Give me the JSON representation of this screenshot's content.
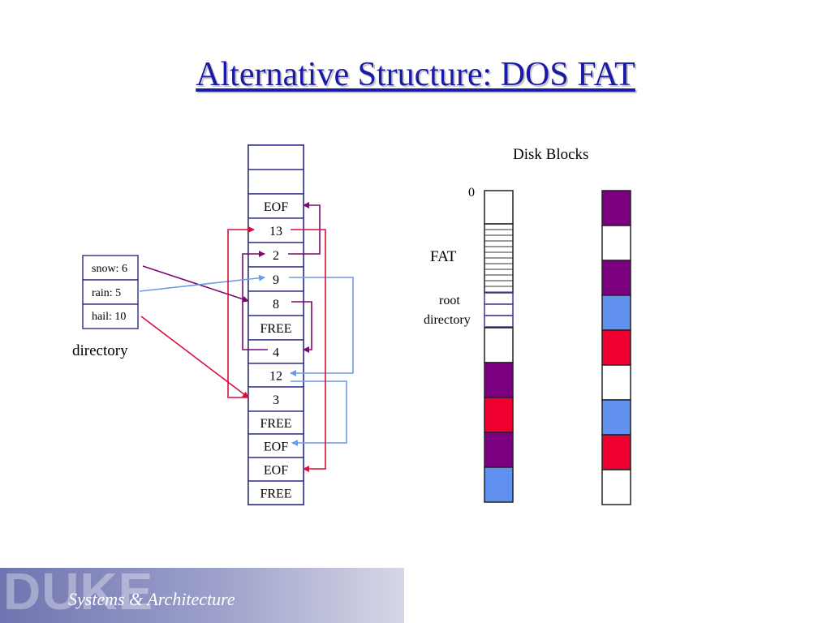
{
  "slide": {
    "title": "Alternative Structure: DOS FAT",
    "footer_logo": "DUKE",
    "footer_caption": "Systems & Architecture"
  },
  "directory": {
    "label": "directory",
    "entries": [
      {
        "text": "snow: 6",
        "start": 6
      },
      {
        "text": "rain: 5",
        "start": 5
      },
      {
        "text": "hail: 10",
        "start": 10
      }
    ]
  },
  "fat_table": {
    "entries": [
      "",
      "",
      "EOF",
      "13",
      "2",
      "9",
      "8",
      "FREE",
      "4",
      "12",
      "3",
      "FREE",
      "EOF",
      "EOF",
      "FREE"
    ]
  },
  "disk": {
    "title": "Disk Blocks",
    "zero_label": "0",
    "fat_label": "FAT",
    "root_label_line1": "root",
    "root_label_line2": "directory"
  },
  "colors": {
    "title": "#1a1aa6",
    "table_border": "#3a3a8c",
    "purple": "#7a0080",
    "red": "#f00030",
    "blue": "#6090f0",
    "snow_chain": "#7a0a6e",
    "rain_chain": "#6a9be8",
    "hail_chain": "#d8103c"
  },
  "disk_col1_colors": [
    "purple",
    "red",
    "purple",
    "blue"
  ],
  "disk_col2_colors": [
    "purple",
    "white",
    "purple",
    "blue",
    "red",
    "white",
    "blue",
    "red",
    "white"
  ]
}
